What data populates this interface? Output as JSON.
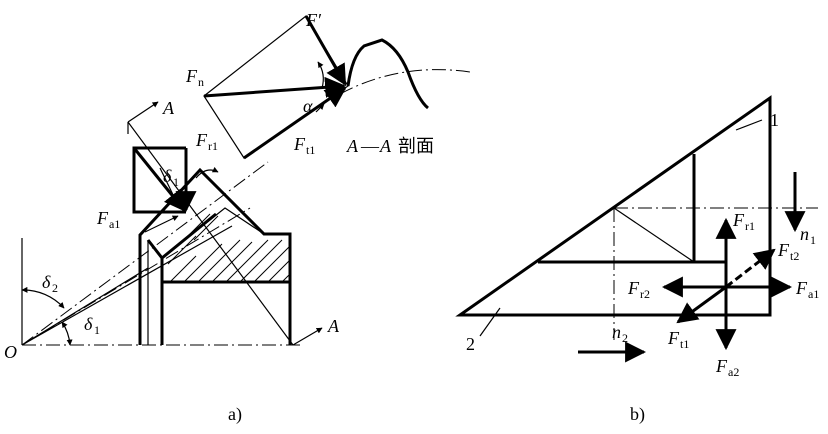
{
  "labels": {
    "F_prime": "F′",
    "F_n": "F",
    "F_n_sub": "n",
    "A_top": "A",
    "alpha": "α",
    "F_t1": "F",
    "F_t1_sub": "t1",
    "section_A": "A",
    "section_dash": "—",
    "section_A2": "A",
    "section_text": "剖面",
    "F_r1": "F",
    "F_r1_sub": "r1",
    "delta1_top": "δ",
    "delta1_top_sub": "1",
    "F_a1": "F",
    "F_a1_sub": "a1",
    "delta2": "δ",
    "delta2_sub": "2",
    "delta1": "δ",
    "delta1_sub": "1",
    "O": "O",
    "A_bottom": "A",
    "caption_a": "a)",
    "b_part1": "1",
    "b_part2": "2",
    "b_n1": "n",
    "b_n1_sub": "1",
    "b_n2": "n",
    "b_n2_sub": "2",
    "b_Fr1": "F",
    "b_Fr1_sub": "r1",
    "b_Ft2": "F",
    "b_Ft2_sub": "t2",
    "b_Fr2": "F",
    "b_Fr2_sub": "r2",
    "b_Fa1": "F",
    "b_Fa1_sub": "a1",
    "b_Ft1": "F",
    "b_Ft1_sub": "t1",
    "b_Fa2": "F",
    "b_Fa2_sub": "a2",
    "caption_b": "b)"
  }
}
